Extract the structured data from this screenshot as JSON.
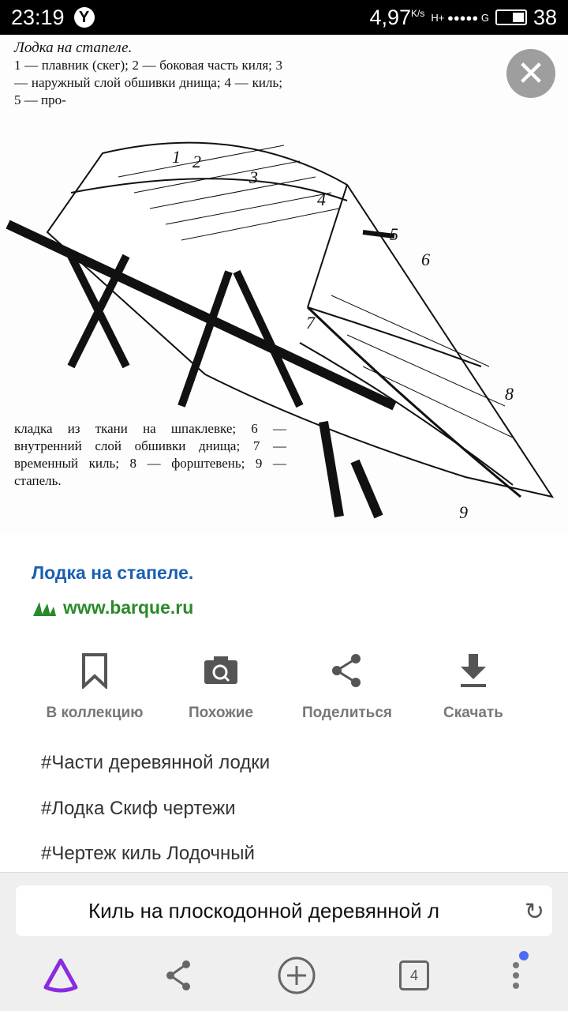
{
  "status": {
    "time": "23:19",
    "speed": "4,97",
    "speed_unit": "K/s",
    "network": "H+ ●●●●● G",
    "battery": "38"
  },
  "image": {
    "caption_title": "Лодка на стапеле.",
    "caption_top": "1 — плавник (скег); 2 — боковая часть киля; 3 — наружный слой обшивки днища; 4 — киль; 5 — про-",
    "caption_bottom": "кладка из ткани на шпаклевке; 6 — внутренний слой обшивки днища; 7 — временный киль; 8 — форштевень; 9 — стапель.",
    "labels": [
      "1",
      "2",
      "3",
      "4",
      "5",
      "6",
      "7",
      "8",
      "9"
    ]
  },
  "result": {
    "title": "Лодка на стапеле.",
    "site": "www.barque.ru"
  },
  "actions": [
    {
      "label": "В коллекцию",
      "icon": "bookmark-icon"
    },
    {
      "label": "Похожие",
      "icon": "camera-search-icon"
    },
    {
      "label": "Поделиться",
      "icon": "share-icon"
    },
    {
      "label": "Скачать",
      "icon": "download-icon"
    }
  ],
  "tags": [
    "#Части деревянной лодки",
    "#Лодка Скиф чертежи",
    "#Чертеж киль Лодочный"
  ],
  "browser": {
    "url_text": "Киль на плоскодонной деревянной л",
    "tab_count": "4",
    "accent": "#8a2be2",
    "notify_dot": "#4a6cf7"
  }
}
